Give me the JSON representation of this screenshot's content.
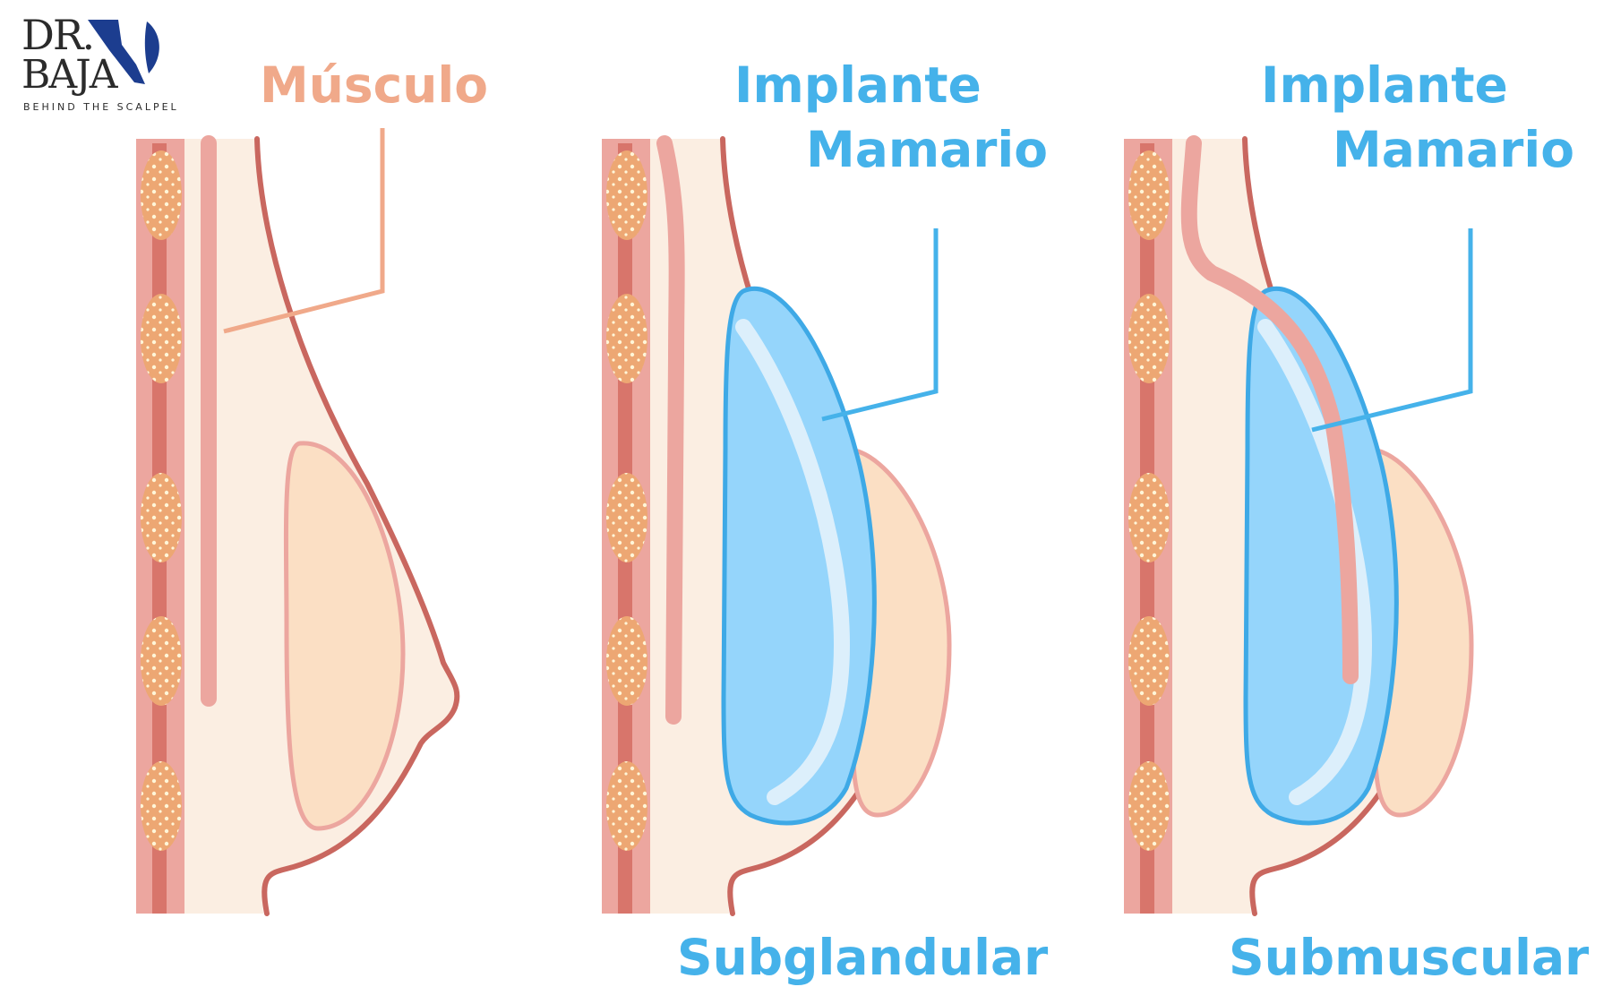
{
  "logo": {
    "line1": "DR.",
    "line2": "BAJA",
    "tagline": "BEHIND THE SCALPEL"
  },
  "labels": {
    "musculo": "Músculo",
    "implante_1_line1": "Implante",
    "implante_1_line2": "Mamario",
    "implante_2_line1": "Implante",
    "implante_2_line2": "Mamario",
    "subglandular": "Subglandular",
    "submuscular": "Submuscular"
  },
  "colors": {
    "muscle_label": "#f0a98a",
    "implant_label": "#45b2ea",
    "skin_fill": "#fbeee2",
    "skin_outline": "#c9675f",
    "muscle": "#eca69f",
    "rib_fat": "#eda773",
    "gland_fill": "#fbdfc4",
    "gland_outline": "#eca69f",
    "implant_fill": "#95d5fb",
    "implant_outline": "#3ea9e6",
    "implant_shine": "#dceffb",
    "logo_dark": "#2b2b2b",
    "logo_blue": "#1c3d8f"
  }
}
